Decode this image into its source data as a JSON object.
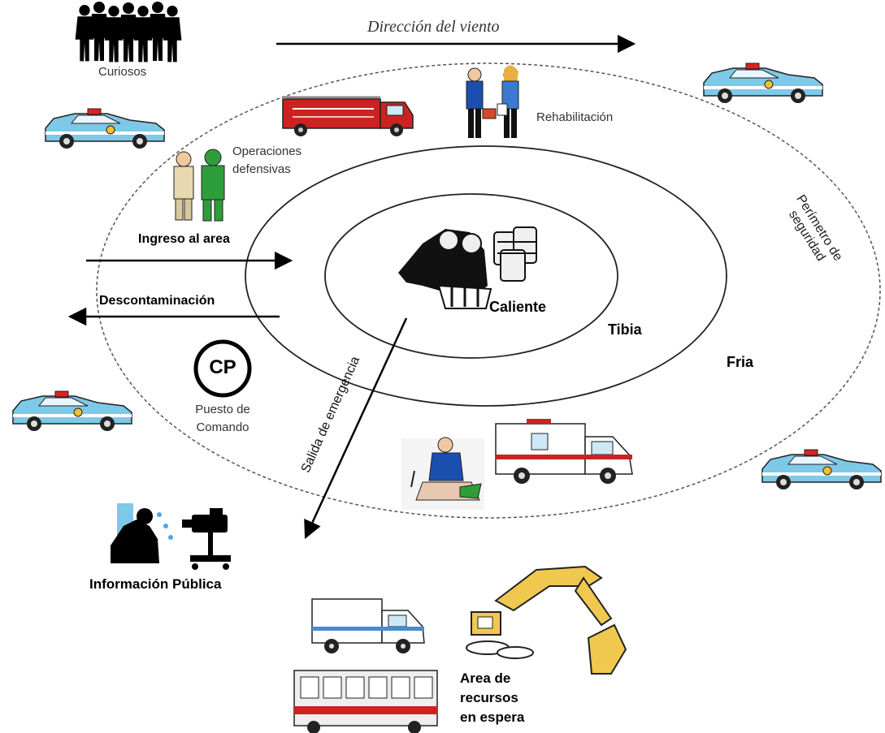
{
  "labels": {
    "wind_direction": "Dirección del viento",
    "onlookers": "Curiosos",
    "rehabilitation": "Rehabilitación",
    "defensive_ops_line1": "Operaciones",
    "defensive_ops_line2": "defensivas",
    "area_entry": "Ingreso al area",
    "decontamination": "Descontaminación",
    "hot_zone": "Caliente",
    "warm_zone": "Tibia",
    "cold_zone": "Fria",
    "security_perimeter_line1": "Perímetro de",
    "security_perimeter_line2": "seguridad",
    "emergency_exit": "Salida de emergencia",
    "command_post_abbr": "CP",
    "command_post_line1": "Puesto de",
    "command_post_line2": "Comando",
    "public_info": "Información Pública",
    "staging_line1": "Area de",
    "staging_line2": "recursos",
    "staging_line3": "en espera"
  },
  "icons": {
    "crowd": "crowd-silhouette-icon",
    "police_car": "police-car-icon",
    "fire_truck": "fire-truck-icon",
    "paramedics": "paramedics-icon",
    "hazmat": "hazmat-suits-icon",
    "drums": "hazmat-drums-icon",
    "ambulance": "ambulance-icon",
    "medic": "medic-attending-icon",
    "reporter": "reporter-icon",
    "camera": "tv-camera-icon",
    "bus": "bus-icon",
    "excavator": "excavator-icon"
  },
  "colors": {
    "police_blue": "#7ec8e8",
    "fire_red": "#cc2222",
    "hazmat_green": "#2e9e3a",
    "excavator_yellow": "#f0c850",
    "ink": "#000000"
  }
}
